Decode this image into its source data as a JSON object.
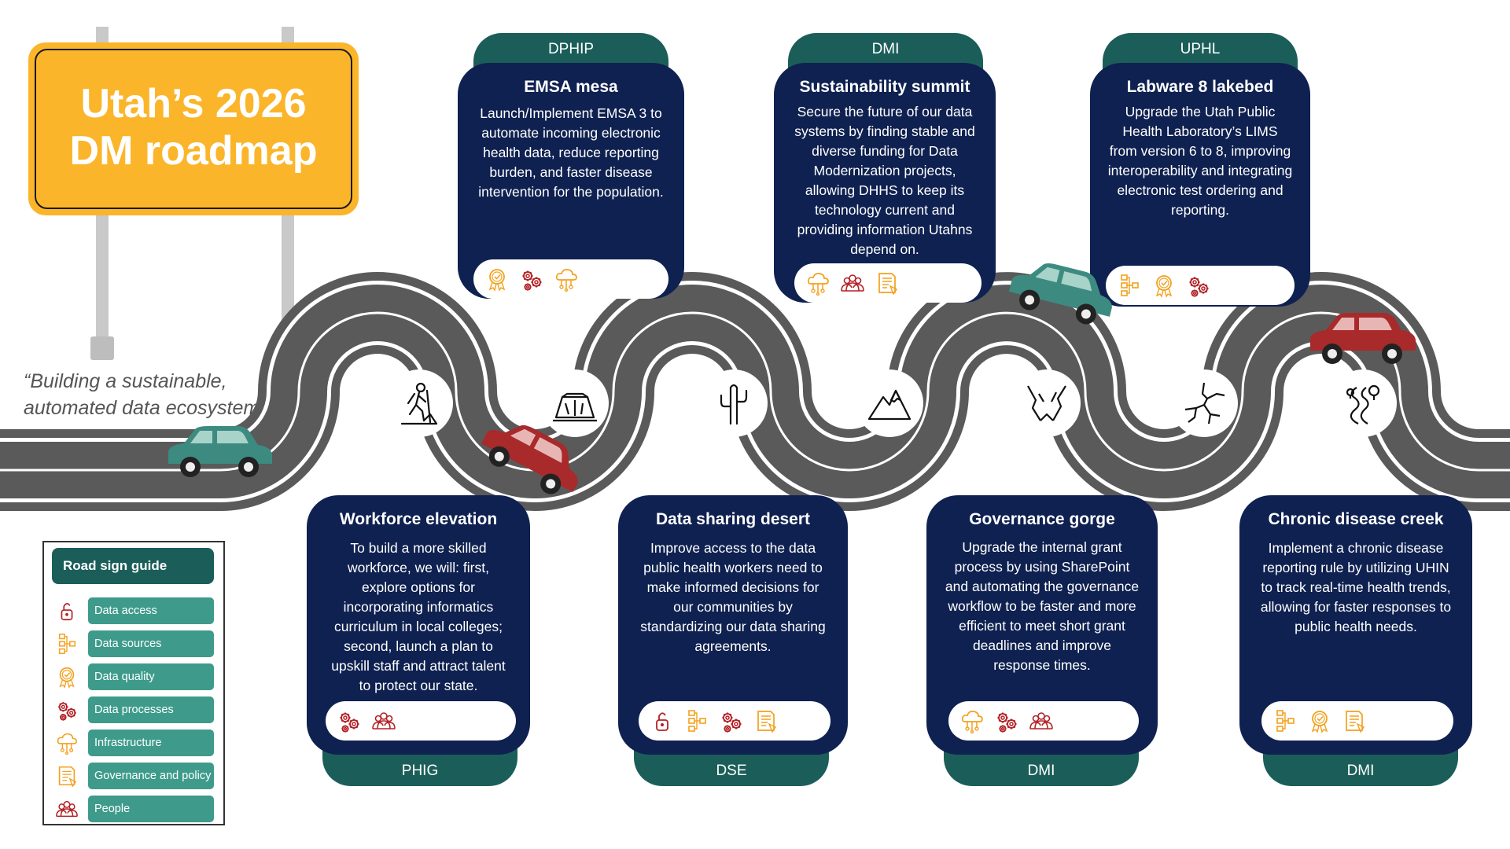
{
  "title": {
    "line1": "Utah’s 2026",
    "line2": "DM roadmap"
  },
  "quote": "“Building a sustainable, automated data ecosystem.”",
  "colors": {
    "sign": "#fbb52a",
    "card": "#0f2150",
    "tab": "#1b5e59",
    "guide_label": "#3e9b8b",
    "icon_red": "#b32025",
    "icon_orange": "#f3a11c",
    "car_green": "#3d8b80",
    "car_red": "#a82a2a",
    "road": "#555555"
  },
  "cards": [
    {
      "id": "emsa",
      "tab": "DPHIP",
      "title": "EMSA mesa",
      "body": "Launch/Implement EMSA 3 to automate incoming electronic health data, reduce reporting burden, and faster disease intervention for the population.",
      "icons": [
        "data-quality",
        "data-processes",
        "infrastructure"
      ],
      "landmark": "mesa"
    },
    {
      "id": "sustain",
      "tab": "DMI",
      "title": "Sustainability summit",
      "body": "Secure the future of our data systems by finding stable and diverse funding for Data Modernization projects, allowing DHHS to keep its technology current and providing information Utahns depend on.",
      "icons": [
        "infrastructure",
        "people",
        "governance"
      ],
      "landmark": "mountain"
    },
    {
      "id": "labware",
      "tab": "UPHL",
      "title": "Labware 8 lakebed",
      "body": "Upgrade the Utah Public Health Laboratory’s LIMS from version 6 to 8, improving interoperability and integrating electronic test ordering and reporting.",
      "icons": [
        "data-sources",
        "data-quality",
        "data-processes"
      ],
      "landmark": "cracked-lakebed"
    },
    {
      "id": "workforce",
      "tab": "PHIG",
      "title": "Workforce elevation",
      "body": "To build a more skilled workforce, we will: first, explore options for incorporating informatics curriculum in local colleges; second, launch a plan to upskill staff and attract talent to protect our state.",
      "icons": [
        "data-processes",
        "people"
      ],
      "landmark": "hiker"
    },
    {
      "id": "desert",
      "tab": "DSE",
      "title": "Data sharing desert",
      "body": "Improve access to the data public health workers need to make informed decisions for our communities by standardizing our data sharing agreements.",
      "icons": [
        "data-access",
        "data-sources",
        "data-processes",
        "governance"
      ],
      "landmark": "cactus"
    },
    {
      "id": "gorge",
      "tab": "DMI",
      "title": "Governance gorge",
      "body": "Upgrade the internal grant process by using SharePoint and automating the governance workflow to be faster and more efficient to meet short grant deadlines and improve response times.",
      "icons": [
        "infrastructure",
        "data-processes",
        "people"
      ],
      "landmark": "gorge"
    },
    {
      "id": "creek",
      "tab": "DMI",
      "title": "Chronic disease creek",
      "body": "Implement a chronic disease reporting rule by utilizing UHIN to track real-time health trends, allowing for faster responses to public health needs.",
      "icons": [
        "data-sources",
        "data-quality",
        "governance"
      ],
      "landmark": "creek"
    }
  ],
  "guide": {
    "title": "Road sign guide",
    "items": [
      {
        "icon": "data-access",
        "label": "Data access"
      },
      {
        "icon": "data-sources",
        "label": "Data sources"
      },
      {
        "icon": "data-quality",
        "label": "Data quality"
      },
      {
        "icon": "data-processes",
        "label": "Data processes"
      },
      {
        "icon": "infrastructure",
        "label": "Infrastructure"
      },
      {
        "icon": "governance",
        "label": "Governance and policy"
      },
      {
        "icon": "people",
        "label": "People"
      }
    ]
  }
}
